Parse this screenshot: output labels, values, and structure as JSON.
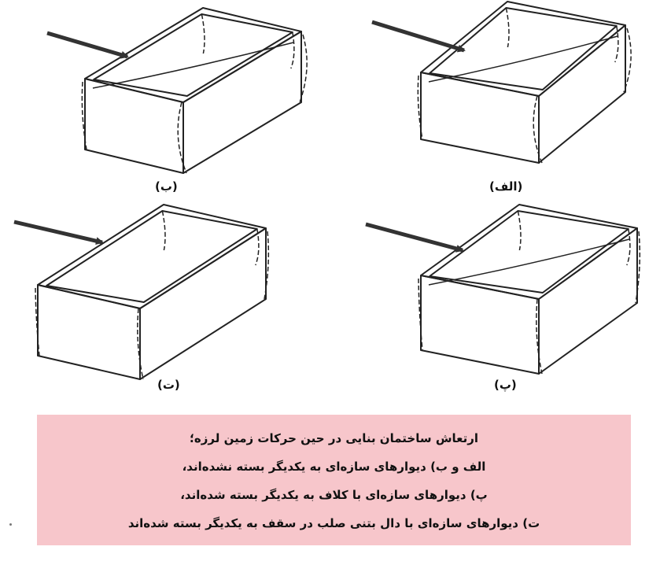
{
  "colors": {
    "caption_bg": "#f7c6cb",
    "ink": "#222222"
  },
  "panels": [
    {
      "id": "alef",
      "label": "(الف)",
      "variant": "alef"
    },
    {
      "id": "be",
      "label": "(ب)",
      "variant": "be"
    },
    {
      "id": "pe",
      "label": "(پ)",
      "variant": "pe"
    },
    {
      "id": "te",
      "label": "(ت)",
      "variant": "te"
    }
  ],
  "caption": {
    "lines": [
      "ارتعاش ساختمان بنایی در حین حرکات زمین لرزه؛",
      "الف و ب) دیوارهای سازه‌ای به یکدیگر بسته نشده‌اند،",
      "پ) دیوارهای سازه‌ای با کلاف به یکدیگر بسته شده‌اند،",
      "ت) دیوارهای سازه‌ای با دال بتنی صلب در سقف به یکدیگر بسته شده‌اند"
    ]
  }
}
